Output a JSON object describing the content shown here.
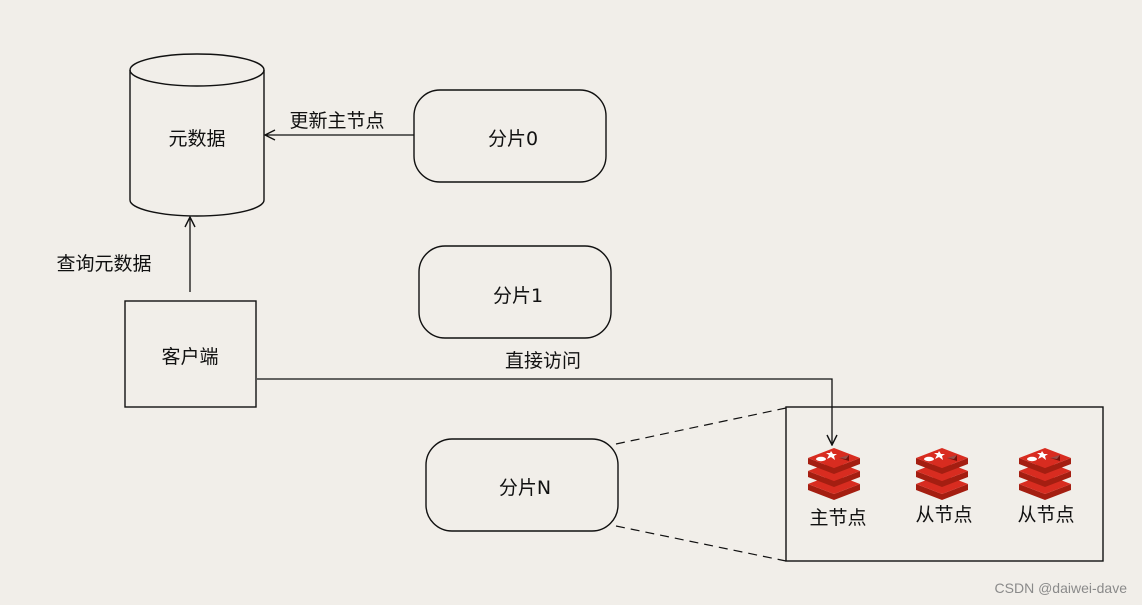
{
  "metadata_store": {
    "label": "元数据"
  },
  "client": {
    "label": "客户端"
  },
  "shards": [
    {
      "label": "分片0"
    },
    {
      "label": "分片1"
    },
    {
      "label": "分片N"
    }
  ],
  "edges": {
    "update_master": "更新主节点",
    "query_metadata": "查询元数据",
    "direct_access": "直接访问"
  },
  "shard_detail": {
    "nodes": [
      {
        "label": "主节点",
        "icon": "redis-icon"
      },
      {
        "label": "从节点",
        "icon": "redis-icon"
      },
      {
        "label": "从节点",
        "icon": "redis-icon"
      }
    ]
  },
  "watermark": "CSDN @daiwei-dave",
  "colors": {
    "background": "#f1eee9",
    "stroke": "#111111",
    "redis_red": "#d82c20",
    "redis_dark": "#a41e11"
  }
}
